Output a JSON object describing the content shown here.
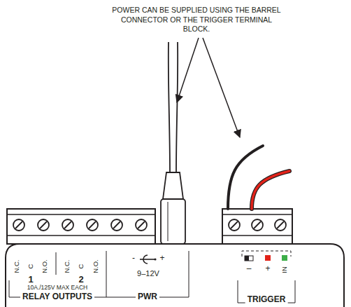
{
  "diagram": {
    "labels": [
      "POWER CAN BE SUPPLIED USING THE BARREL CONNECTOR OR THE TRIGGER TERMINAL BLOCK.",
      "N.C.",
      "C",
      "N.O.",
      "N.C.",
      "C",
      "N.O.",
      "1",
      "2",
      "10A./125V MAX EACH",
      "RELAY OUTPUTS",
      "-",
      "+",
      "9–12V",
      "PWR",
      "–",
      "+",
      "IN",
      "TRIGGER"
    ]
  }
}
